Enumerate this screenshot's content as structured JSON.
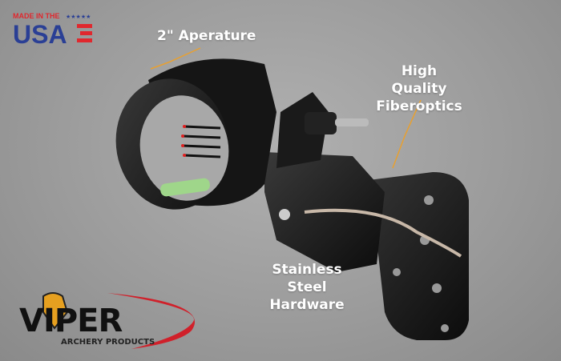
{
  "callouts": {
    "aperture": "2\" Aperature",
    "fiberoptics_line1": "High Quality",
    "fiberoptics_line2": "Fiberoptics",
    "hardware_line1": "Stainless Steel",
    "hardware_line2": "Hardware"
  },
  "badges": {
    "made_in": "MADE IN THE",
    "usa": "USA"
  },
  "logo": {
    "brand": "VIPER",
    "tagline": "ARCHERY PRODUCTS"
  },
  "colors": {
    "leader_line": "#e8a030",
    "usa_blue": "#2a3f95",
    "usa_red": "#e0282e",
    "logo_red": "#d0202a"
  }
}
